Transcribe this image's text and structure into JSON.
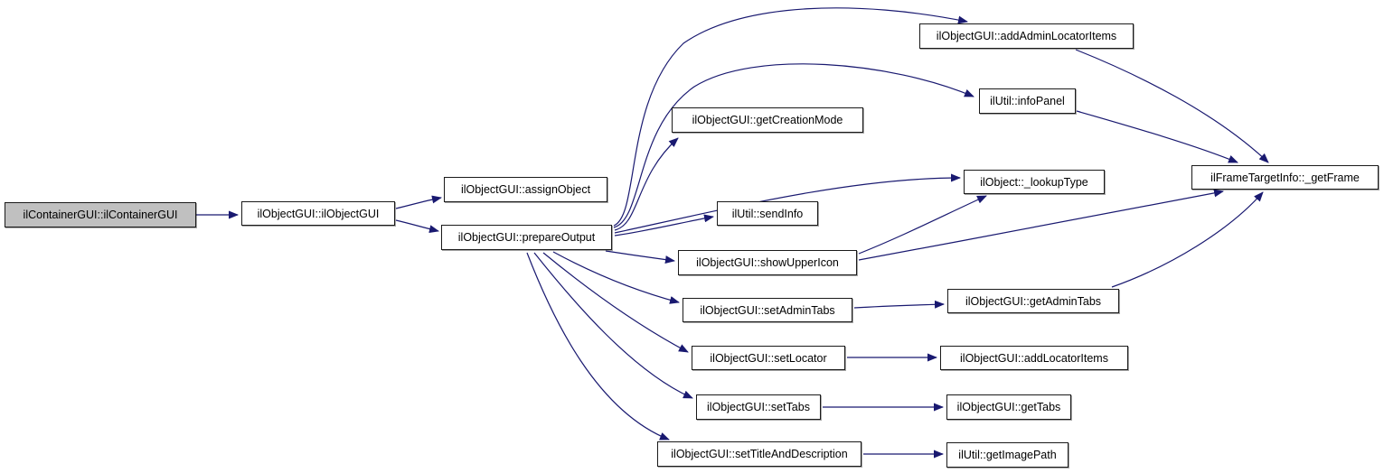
{
  "diagram": {
    "type": "call-graph",
    "edge_color": "#191970",
    "node_border_color": "#1a1a1a",
    "node_fill": "#ffffff",
    "highlight_fill": "#c0c0c0"
  },
  "nodes": {
    "containergui": {
      "label": "ilContainerGUI::ilContainerGUI",
      "highlighted": true
    },
    "objectgui": {
      "label": "ilObjectGUI::ilObjectGUI"
    },
    "assignobject": {
      "label": "ilObjectGUI::assignObject"
    },
    "prepareoutput": {
      "label": "ilObjectGUI::prepareOutput"
    },
    "addadminlocatoritems": {
      "label": "ilObjectGUI::addAdminLocatorItems"
    },
    "infopanel": {
      "label": "ilUtil::infoPanel"
    },
    "getcreationmode": {
      "label": "ilObjectGUI::getCreationMode"
    },
    "lookuptype": {
      "label": "ilObject::_lookupType"
    },
    "sendinfo": {
      "label": "ilUtil::sendInfo"
    },
    "showuppericon": {
      "label": "ilObjectGUI::showUpperIcon"
    },
    "setadmintabs": {
      "label": "ilObjectGUI::setAdminTabs"
    },
    "getadmintabs": {
      "label": "ilObjectGUI::getAdminTabs"
    },
    "setlocator": {
      "label": "ilObjectGUI::setLocator"
    },
    "addlocatoritems": {
      "label": "ilObjectGUI::addLocatorItems"
    },
    "settabs": {
      "label": "ilObjectGUI::setTabs"
    },
    "gettabs": {
      "label": "ilObjectGUI::getTabs"
    },
    "settitleanddescription": {
      "label": "ilObjectGUI::setTitleAndDescription"
    },
    "getimagepath": {
      "label": "ilUtil::getImagePath"
    },
    "getframe": {
      "label": "ilFrameTargetInfo::_getFrame"
    }
  },
  "edges": [
    {
      "from": "containergui",
      "to": "objectgui"
    },
    {
      "from": "objectgui",
      "to": "assignobject"
    },
    {
      "from": "objectgui",
      "to": "prepareoutput"
    },
    {
      "from": "prepareoutput",
      "to": "addadminlocatoritems"
    },
    {
      "from": "prepareoutput",
      "to": "infopanel"
    },
    {
      "from": "prepareoutput",
      "to": "getcreationmode"
    },
    {
      "from": "prepareoutput",
      "to": "lookuptype"
    },
    {
      "from": "prepareoutput",
      "to": "sendinfo"
    },
    {
      "from": "prepareoutput",
      "to": "showuppericon"
    },
    {
      "from": "prepareoutput",
      "to": "setadmintabs"
    },
    {
      "from": "prepareoutput",
      "to": "setlocator"
    },
    {
      "from": "prepareoutput",
      "to": "settabs"
    },
    {
      "from": "prepareoutput",
      "to": "settitleanddescription"
    },
    {
      "from": "addadminlocatoritems",
      "to": "getframe"
    },
    {
      "from": "infopanel",
      "to": "getframe"
    },
    {
      "from": "showuppericon",
      "to": "lookuptype"
    },
    {
      "from": "showuppericon",
      "to": "getframe"
    },
    {
      "from": "setadmintabs",
      "to": "getadmintabs"
    },
    {
      "from": "getadmintabs",
      "to": "getframe"
    },
    {
      "from": "setlocator",
      "to": "addlocatoritems"
    },
    {
      "from": "settabs",
      "to": "gettabs"
    },
    {
      "from": "settitleanddescription",
      "to": "getimagepath"
    }
  ]
}
